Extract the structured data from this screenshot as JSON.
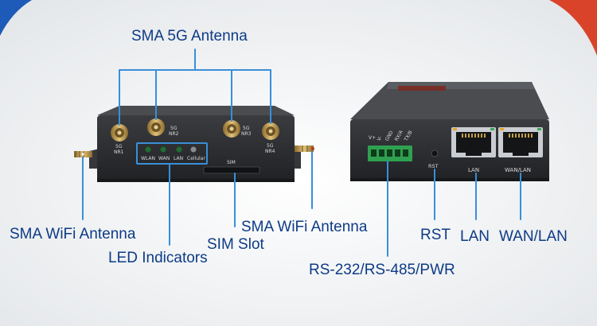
{
  "labels": {
    "sma_5g": "SMA 5G Antenna",
    "sma_wifi_left": "SMA WiFi Antenna",
    "led_indicators": "LED Indicators",
    "sim_slot": "SIM Slot",
    "sma_wifi_right": "SMA WiFi Antenna",
    "rst": "RST",
    "lan": "LAN",
    "wan_lan": "WAN/LAN",
    "rs232": "RS-232/RS-485/PWR"
  },
  "front_panel": {
    "antenna_tags": [
      "5G NR1",
      "5G NR2",
      "5G NR3",
      "5G NR4"
    ],
    "leds": [
      "WLAN",
      "WAN",
      "LAN",
      "Cellular"
    ],
    "sim": "SIM"
  },
  "back_panel": {
    "terminal_labels": [
      "V+",
      "V-",
      "GND",
      "RX/A",
      "TX/B"
    ],
    "rst": "RST",
    "lan": "LAN",
    "wan_lan": "WAN/LAN"
  },
  "colors": {
    "label_text": "#0d3b86",
    "leader_line": "#3a8fd8",
    "device_body": "#2c2e31",
    "terminal_block": "#2fa04f",
    "corner_accent": "#1e5bb8"
  }
}
